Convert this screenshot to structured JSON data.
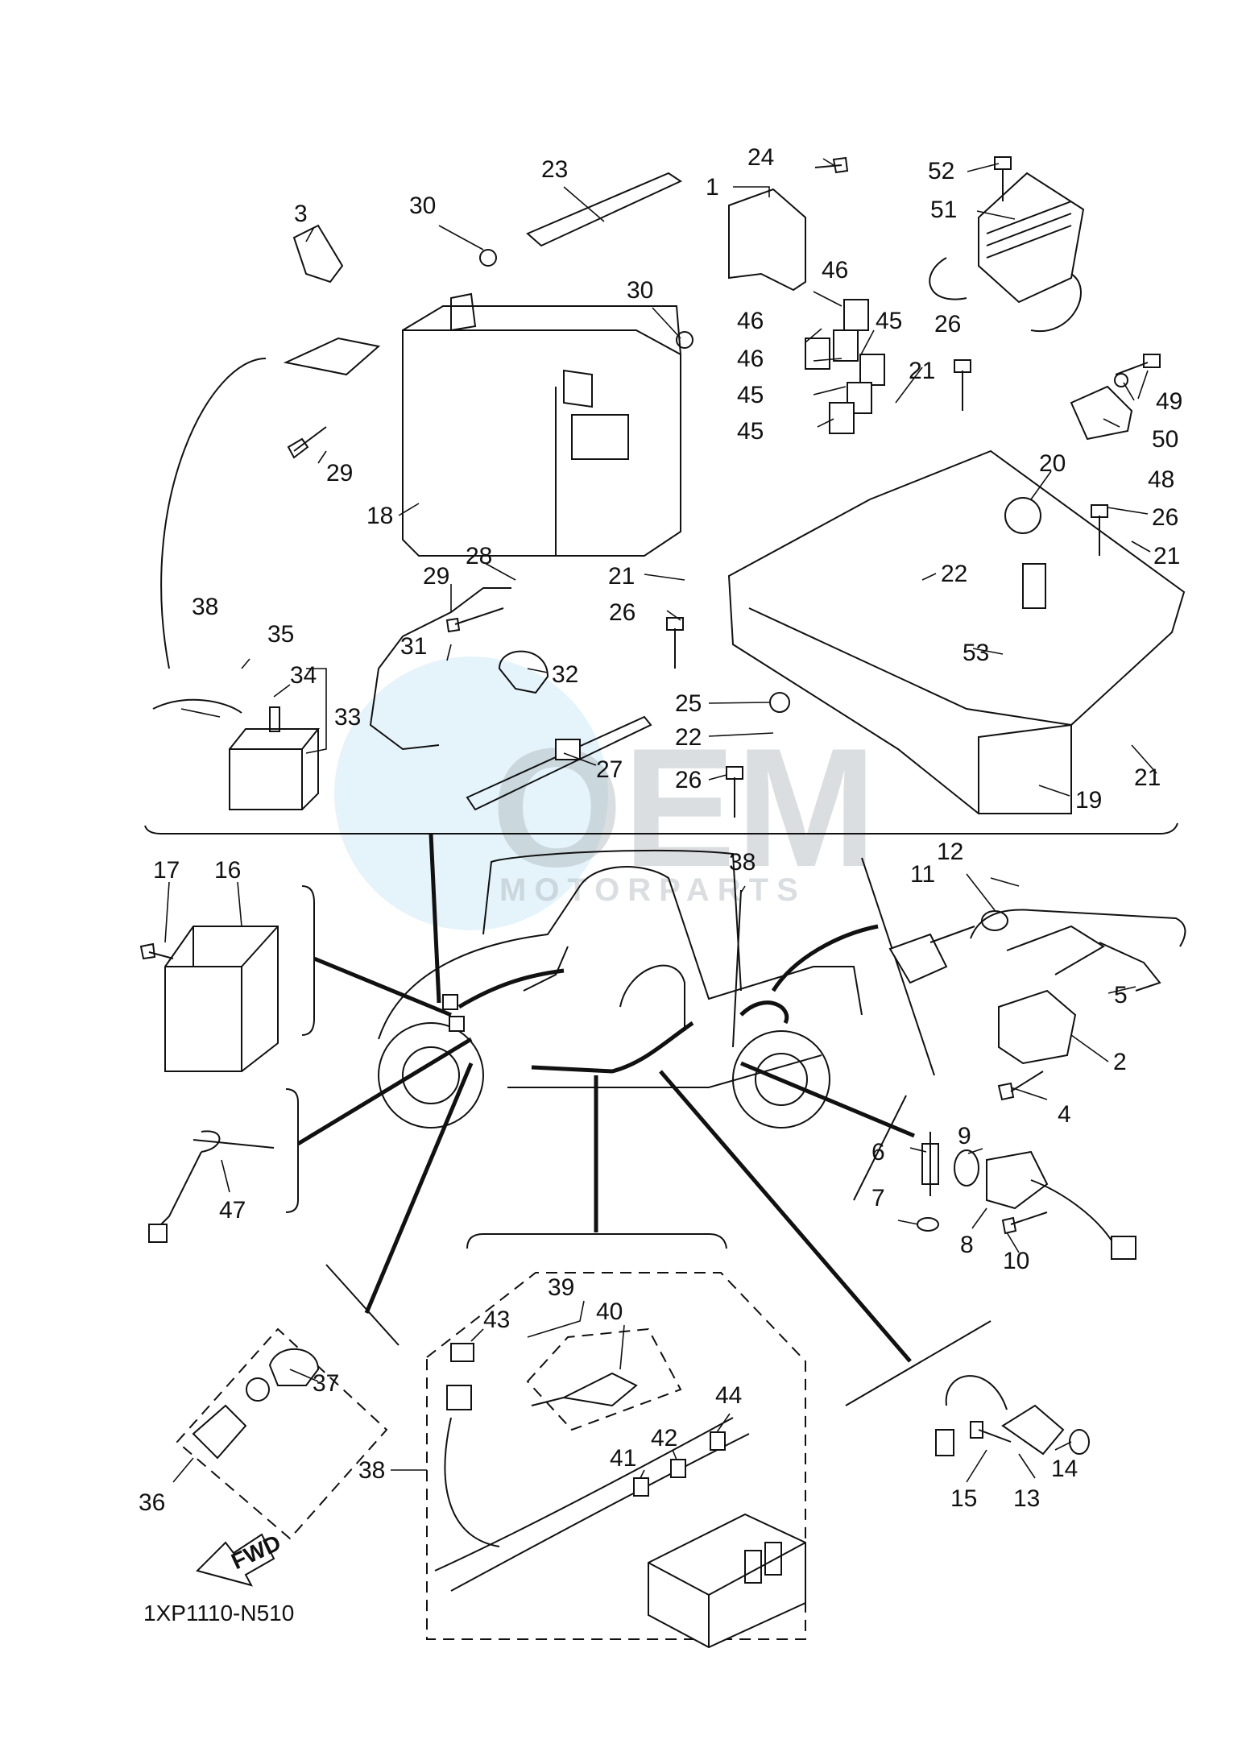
{
  "diagram": {
    "part_code": "1XP1110-N510",
    "fwd_label": "FWD",
    "watermark": {
      "brand": "OEM",
      "tagline": "MOTORPARTS"
    },
    "callouts": [
      {
        "id": "c1",
        "text": "1"
      },
      {
        "id": "c2",
        "text": "2"
      },
      {
        "id": "c3",
        "text": "3"
      },
      {
        "id": "c4",
        "text": "4"
      },
      {
        "id": "c5",
        "text": "5"
      },
      {
        "id": "c6",
        "text": "6"
      },
      {
        "id": "c7",
        "text": "7"
      },
      {
        "id": "c8",
        "text": "8"
      },
      {
        "id": "c9",
        "text": "9"
      },
      {
        "id": "c10",
        "text": "10"
      },
      {
        "id": "c11",
        "text": "11"
      },
      {
        "id": "c12",
        "text": "12"
      },
      {
        "id": "c13",
        "text": "13"
      },
      {
        "id": "c14",
        "text": "14"
      },
      {
        "id": "c15",
        "text": "15"
      },
      {
        "id": "c16",
        "text": "16"
      },
      {
        "id": "c17",
        "text": "17"
      },
      {
        "id": "c18",
        "text": "18"
      },
      {
        "id": "c19",
        "text": "19"
      },
      {
        "id": "c20",
        "text": "20"
      },
      {
        "id": "c21a",
        "text": "21"
      },
      {
        "id": "c21b",
        "text": "21"
      },
      {
        "id": "c21c",
        "text": "21"
      },
      {
        "id": "c21d",
        "text": "21"
      },
      {
        "id": "c22a",
        "text": "22"
      },
      {
        "id": "c22b",
        "text": "22"
      },
      {
        "id": "c23",
        "text": "23"
      },
      {
        "id": "c24",
        "text": "24"
      },
      {
        "id": "c25",
        "text": "25"
      },
      {
        "id": "c26a",
        "text": "26"
      },
      {
        "id": "c26b",
        "text": "26"
      },
      {
        "id": "c26c",
        "text": "26"
      },
      {
        "id": "c26d",
        "text": "26"
      },
      {
        "id": "c27",
        "text": "27"
      },
      {
        "id": "c28",
        "text": "28"
      },
      {
        "id": "c29a",
        "text": "29"
      },
      {
        "id": "c29b",
        "text": "29"
      },
      {
        "id": "c30a",
        "text": "30"
      },
      {
        "id": "c30b",
        "text": "30"
      },
      {
        "id": "c31",
        "text": "31"
      },
      {
        "id": "c32",
        "text": "32"
      },
      {
        "id": "c33",
        "text": "33"
      },
      {
        "id": "c34",
        "text": "34"
      },
      {
        "id": "c35",
        "text": "35"
      },
      {
        "id": "c36",
        "text": "36"
      },
      {
        "id": "c37",
        "text": "37"
      },
      {
        "id": "c38a",
        "text": "38"
      },
      {
        "id": "c38b",
        "text": "38"
      },
      {
        "id": "c38c",
        "text": "38"
      },
      {
        "id": "c39",
        "text": "39"
      },
      {
        "id": "c40",
        "text": "40"
      },
      {
        "id": "c41",
        "text": "41"
      },
      {
        "id": "c42",
        "text": "42"
      },
      {
        "id": "c43",
        "text": "43"
      },
      {
        "id": "c44",
        "text": "44"
      },
      {
        "id": "c45a",
        "text": "45"
      },
      {
        "id": "c45b",
        "text": "45"
      },
      {
        "id": "c45c",
        "text": "45"
      },
      {
        "id": "c46a",
        "text": "46"
      },
      {
        "id": "c46b",
        "text": "46"
      },
      {
        "id": "c46c",
        "text": "46"
      },
      {
        "id": "c47",
        "text": "47"
      },
      {
        "id": "c48",
        "text": "48"
      },
      {
        "id": "c49",
        "text": "49"
      },
      {
        "id": "c50",
        "text": "50"
      },
      {
        "id": "c51",
        "text": "51"
      },
      {
        "id": "c52",
        "text": "52"
      },
      {
        "id": "c53",
        "text": "53"
      }
    ]
  }
}
